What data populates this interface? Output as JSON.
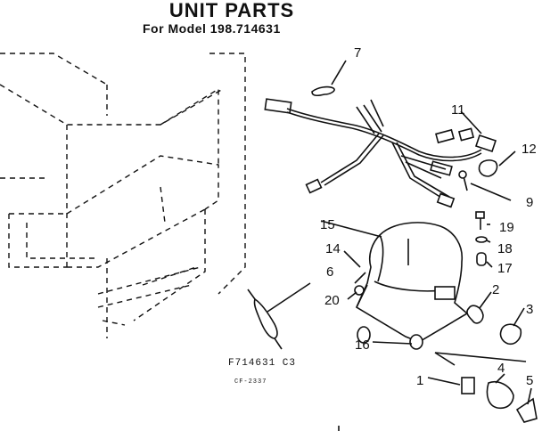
{
  "header": {
    "title": "UNIT PARTS",
    "subtitle": "For Model 198.714631"
  },
  "figure": {
    "code": "F714631  C3",
    "subcode": "CF-2337"
  },
  "callouts": [
    "1",
    "2",
    "3",
    "4",
    "5",
    "6",
    "7",
    "9",
    "11",
    "12",
    "14",
    "15",
    "16",
    "17",
    "18",
    "19",
    "20"
  ]
}
